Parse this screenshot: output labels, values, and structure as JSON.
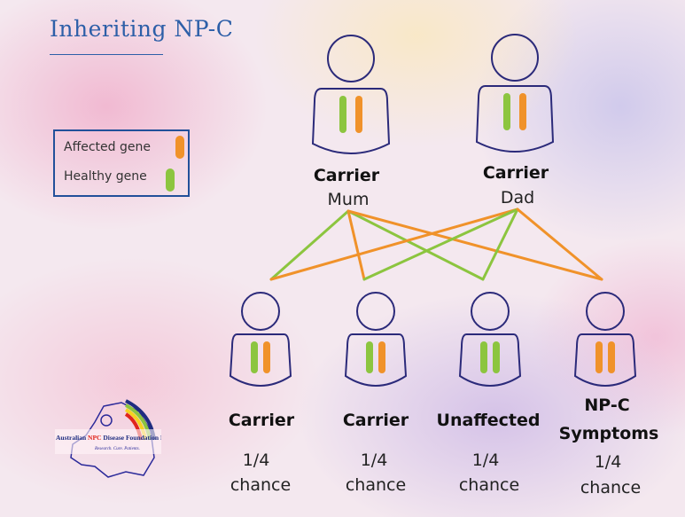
{
  "title": "Inheriting NP-C",
  "legend": {
    "affected_label": "Affected gene",
    "healthy_label": "Healthy gene"
  },
  "colors": {
    "affected": "#f0922a",
    "healthy": "#8cc53f",
    "outline": "#2b2a7a",
    "accent": "#2d5fa8"
  },
  "parents": [
    {
      "status": "Carrier",
      "role": "Mum",
      "genes": [
        "healthy",
        "affected"
      ]
    },
    {
      "status": "Carrier",
      "role": "Dad",
      "genes": [
        "healthy",
        "affected"
      ]
    }
  ],
  "children": [
    {
      "status": "Carrier",
      "chance_fraction": "1/4",
      "chance_word": "chance",
      "genes": [
        "healthy",
        "affected"
      ]
    },
    {
      "status": "Carrier",
      "chance_fraction": "1/4",
      "chance_word": "chance",
      "genes": [
        "healthy",
        "affected"
      ]
    },
    {
      "status": "Unaffected",
      "chance_fraction": "1/4",
      "chance_word": "chance",
      "genes": [
        "healthy",
        "healthy"
      ]
    },
    {
      "status_line1": "NP-C",
      "status_line2": "Symptoms",
      "chance_fraction": "1/4",
      "chance_word": "chance",
      "genes": [
        "affected",
        "affected"
      ]
    }
  ],
  "logo": {
    "name": "Australian NPC Disease Foundation Inc",
    "tagline": "Research. Cure. Patients."
  }
}
